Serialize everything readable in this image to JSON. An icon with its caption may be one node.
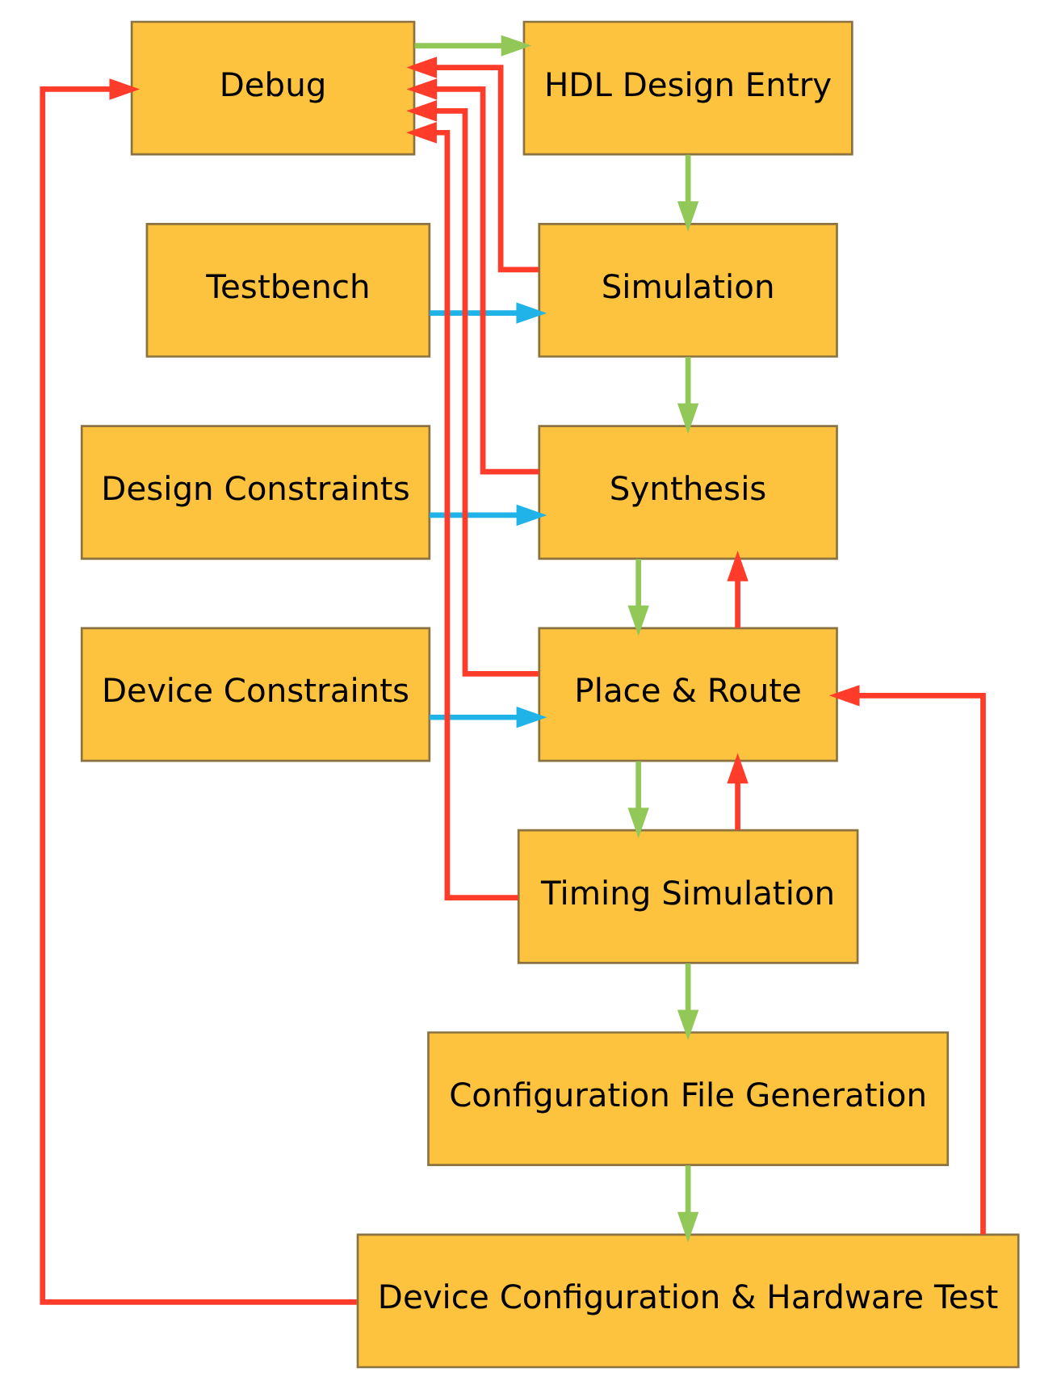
{
  "diagram": {
    "nodes": [
      {
        "text": [
          "HDL Design Entry"
        ]
      },
      {
        "text": [
          "Debug"
        ]
      },
      {
        "text": [
          "Testbench"
        ]
      },
      {
        "text": [
          "Simulation"
        ]
      },
      {
        "text": [
          "Design Constraints"
        ]
      },
      {
        "text": [
          "Synthesis"
        ]
      },
      {
        "text": [
          "Device Constraints"
        ]
      },
      {
        "text": [
          "Place & Route"
        ]
      },
      {
        "text": [
          "Timing Simulation"
        ]
      },
      {
        "text": [
          "Configuration File Generation"
        ]
      },
      {
        "text": [
          "Device Configuration & Hardware Test"
        ]
      }
    ],
    "edges": [
      {
        "from": 1,
        "to": 0,
        "arrow": "to",
        "color": "#92c857"
      },
      {
        "from": 0,
        "to": 3,
        "arrow": "to",
        "color": "#92c857"
      },
      {
        "from": 2,
        "to": 3,
        "arrow": "to",
        "color": "#1fb3e8"
      },
      {
        "from": 3,
        "to": 1,
        "arrow": "to",
        "color": "#ff3b2a"
      },
      {
        "from": 3,
        "to": 5,
        "arrow": "to",
        "color": "#92c857"
      },
      {
        "from": 4,
        "to": 5,
        "arrow": "to",
        "color": "#1fb3e8"
      },
      {
        "from": 5,
        "to": 1,
        "arrow": "to",
        "color": "#ff3b2a"
      },
      {
        "from": 5,
        "to": 7,
        "arrow": "to",
        "color": "#92c857"
      },
      {
        "from": 7,
        "to": 5,
        "arrow": "to",
        "color": "#ff3b2a"
      },
      {
        "from": 6,
        "to": 7,
        "arrow": "to",
        "color": "#1fb3e8"
      },
      {
        "from": 7,
        "to": 1,
        "arrow": "to",
        "color": "#ff3b2a"
      },
      {
        "from": 7,
        "to": 8,
        "arrow": "to",
        "color": "#92c857"
      },
      {
        "from": 8,
        "to": 7,
        "arrow": "to",
        "color": "#ff3b2a"
      },
      {
        "from": 8,
        "to": 1,
        "arrow": "to",
        "color": "#ff3b2a"
      },
      {
        "from": 8,
        "to": 9,
        "arrow": "to",
        "color": "#92c857"
      },
      {
        "from": 9,
        "to": 10,
        "arrow": "to",
        "color": "#92c857"
      },
      {
        "from": 10,
        "to": 7,
        "arrow": "to",
        "color": "#ff3b2a"
      },
      {
        "from": 10,
        "to": 1,
        "arrow": "to",
        "color": "#ff3b2a"
      }
    ]
  }
}
